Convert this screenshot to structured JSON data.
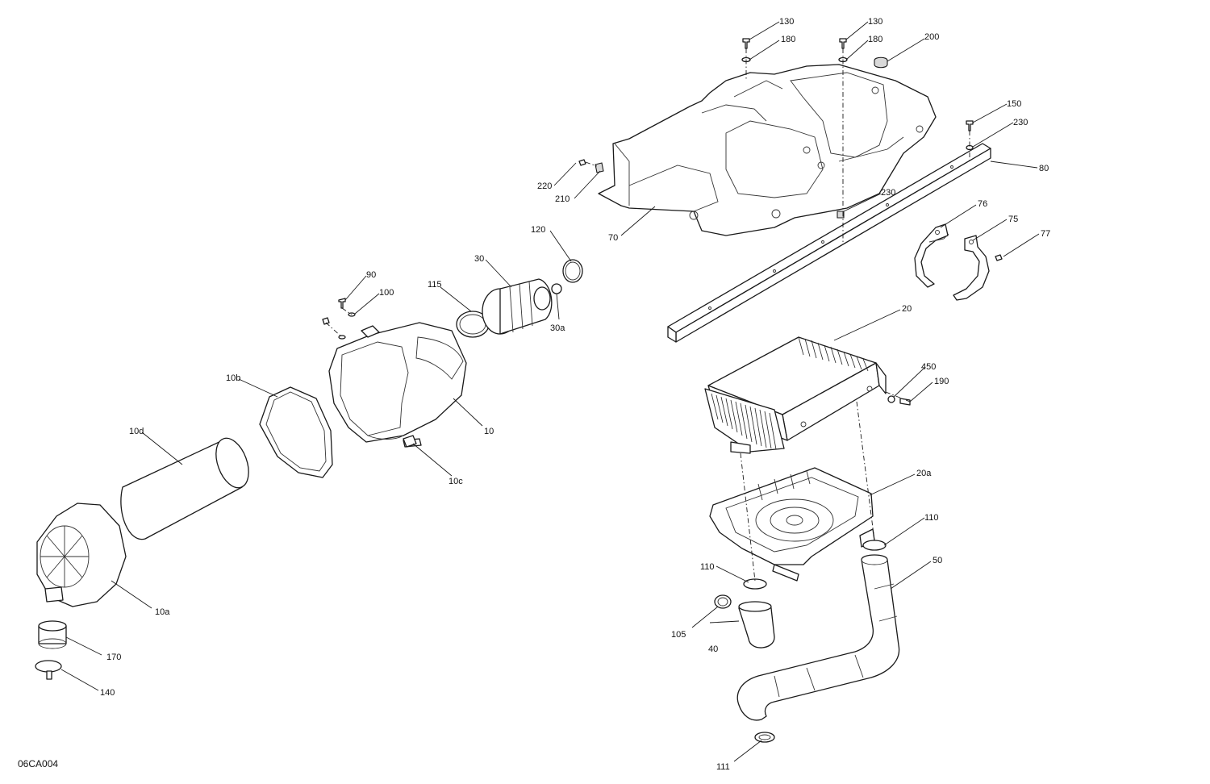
{
  "drawing_code": "06CA004",
  "callouts": {
    "c130a": "130",
    "c130b": "130",
    "c180a": "180",
    "c180b": "180",
    "c200": "200",
    "c150": "150",
    "c230a": "230",
    "c80": "80",
    "c220": "220",
    "c210": "210",
    "c230b": "230",
    "c70": "70",
    "c76": "76",
    "c75": "75",
    "c77": "77",
    "c120": "120",
    "c30": "30",
    "c115": "115",
    "c30a": "30a",
    "c90": "90",
    "c100": "100",
    "c20": "20",
    "c450": "450",
    "c190": "190",
    "c10b": "10b",
    "c10": "10",
    "c10d": "10d",
    "c10c": "10c",
    "c20a": "20a",
    "c110a": "110",
    "c110b": "110",
    "c50": "50",
    "c10a": "10a",
    "c105": "105",
    "c40": "40",
    "c170": "170",
    "c140": "140",
    "c111": "111"
  }
}
